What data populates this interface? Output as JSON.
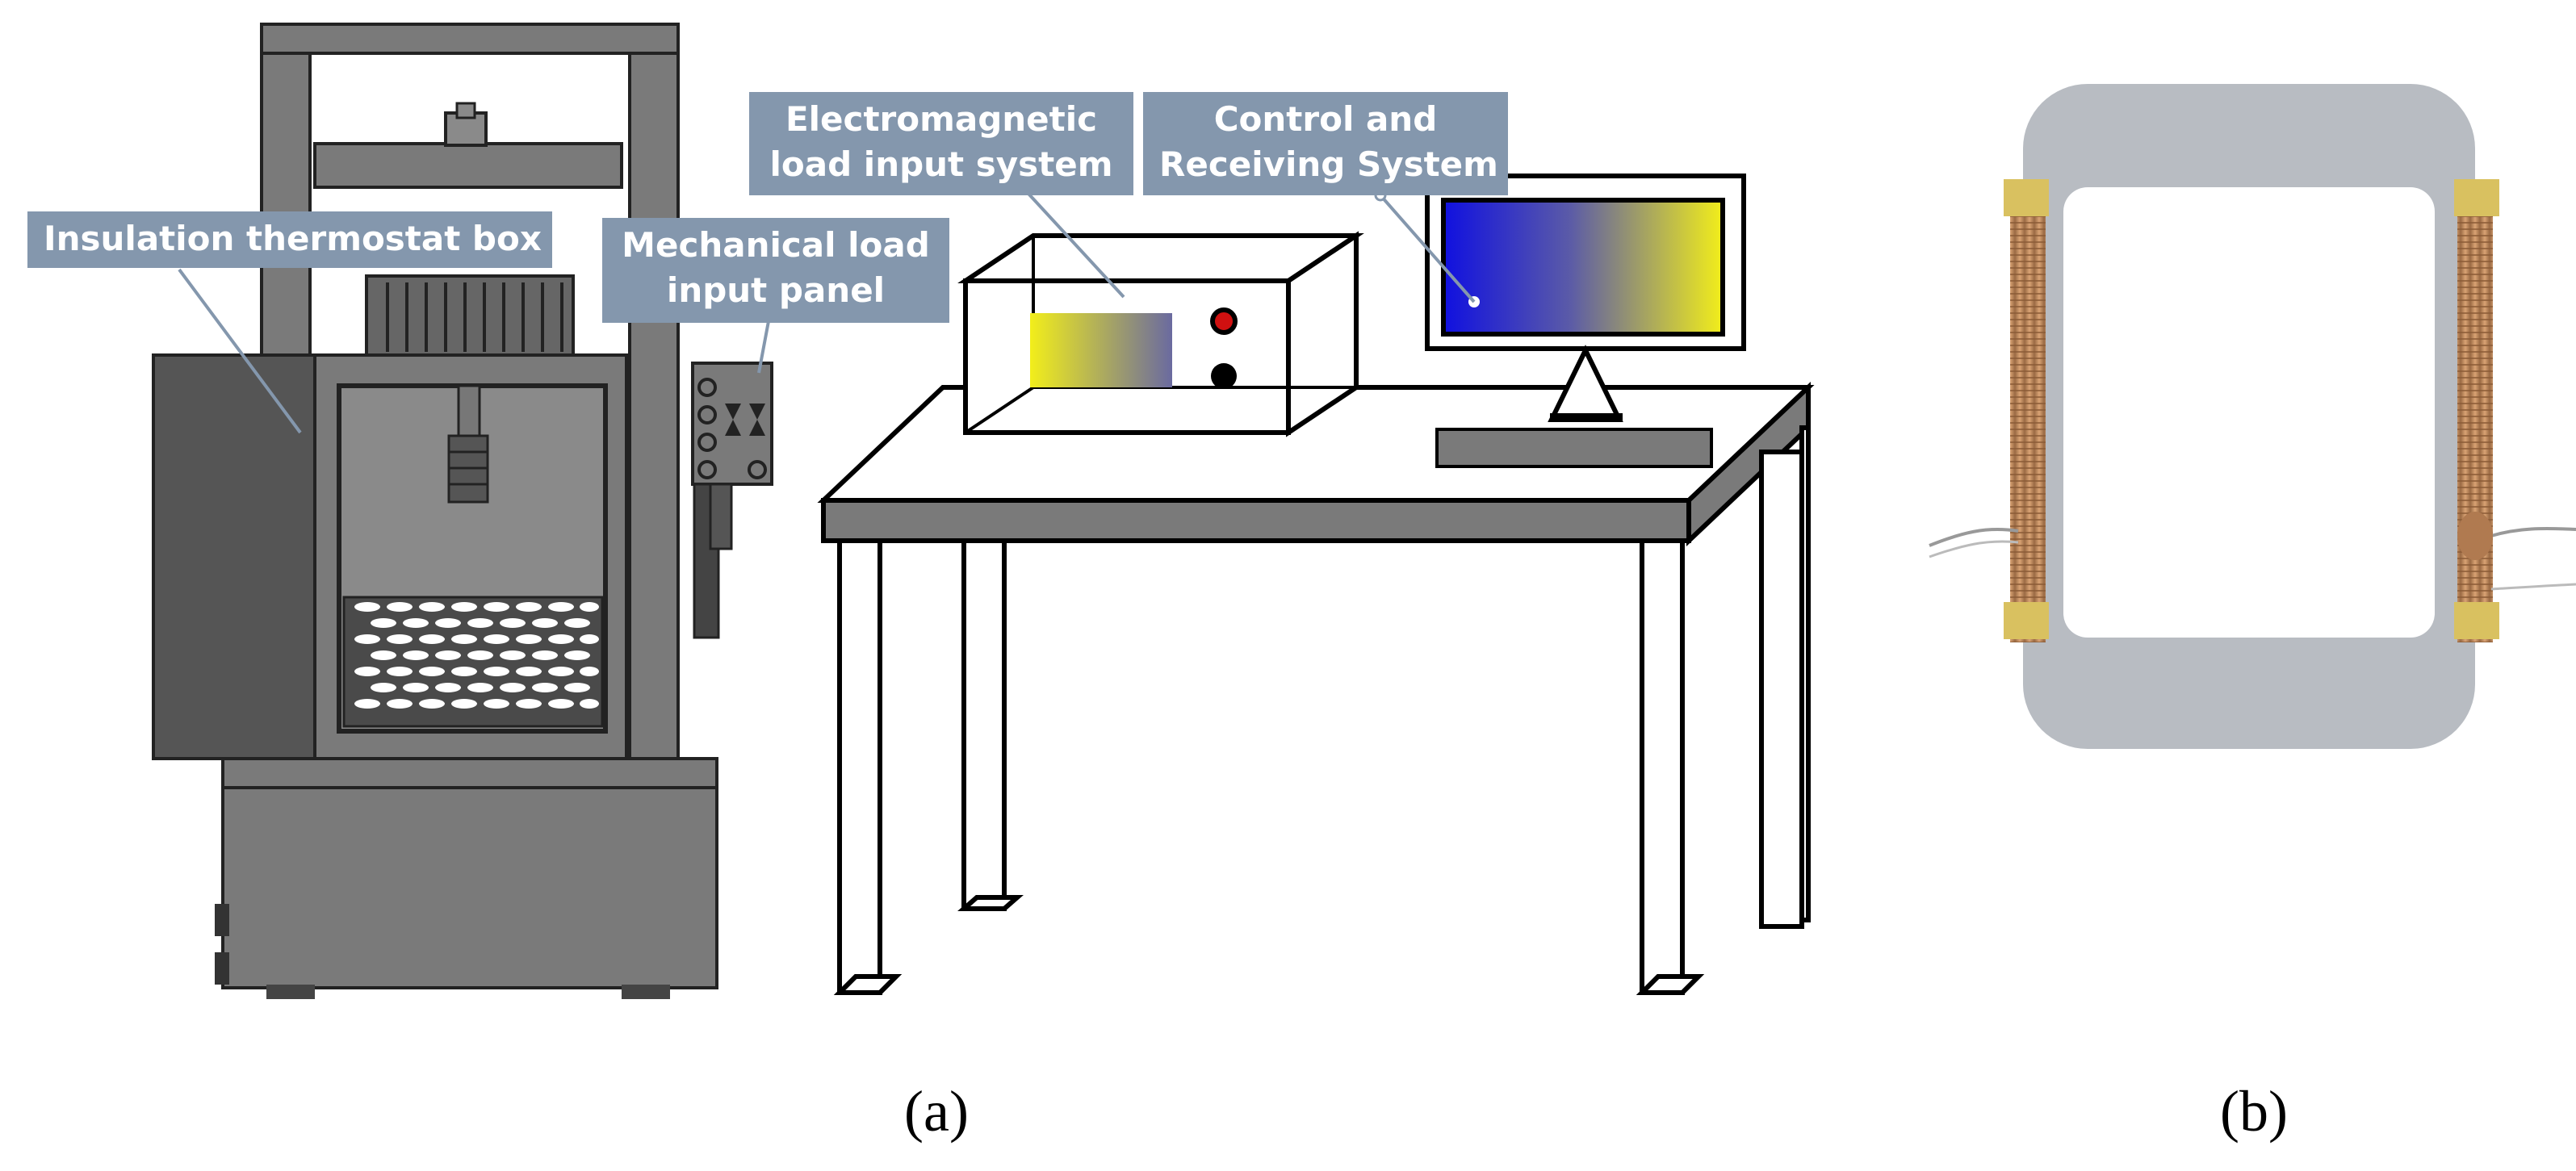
{
  "figure": {
    "callouts": {
      "insulation_box": "Insulation thermostat box",
      "mechanical_panel": [
        "Mechanical load",
        "input panel"
      ],
      "electromagnetic": [
        "Electromagnetic",
        "load input system"
      ],
      "control": [
        "Control and",
        "Receiving System"
      ]
    },
    "panel_labels": {
      "a": "(a)",
      "b": "(b)"
    },
    "colors": {
      "callout_bg": "#8497ad",
      "machine_gray": "#7a7a7a",
      "machine_dark": "#555555",
      "screen_blue": "#1010e0",
      "screen_yellow": "#f2ee1a",
      "coil_copper": "#c8895a",
      "sample_steel": "#b8bcc2"
    },
    "icons": [
      "testing-machine",
      "instrument-box",
      "monitor",
      "keyboard",
      "table",
      "coil-sample"
    ]
  }
}
